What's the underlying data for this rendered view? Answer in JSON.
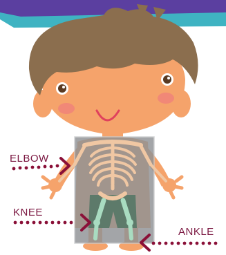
{
  "labels": {
    "elbow": "ELBOW",
    "knee": "KNEE",
    "ankle": "ANKLE"
  },
  "colors": {
    "banner_purple": "#5b3fa0",
    "banner_teal": "#3fb3c2",
    "hair": "#8b6e4e",
    "skin": "#f5a36b",
    "cheek": "#ef7f7b",
    "mouth": "#e0415d",
    "xray_panel": "#8f9295",
    "bone": "#f0c7a3",
    "pants_bone": "#a9dcc1",
    "pants": "#5d7a6a",
    "label_text": "#7a1640",
    "arrow": "#8a1038"
  },
  "icons": {
    "elbow_pointer": "dotted-arrow-right",
    "knee_pointer": "dotted-arrow-right",
    "ankle_pointer": "dotted-arrow-left"
  }
}
